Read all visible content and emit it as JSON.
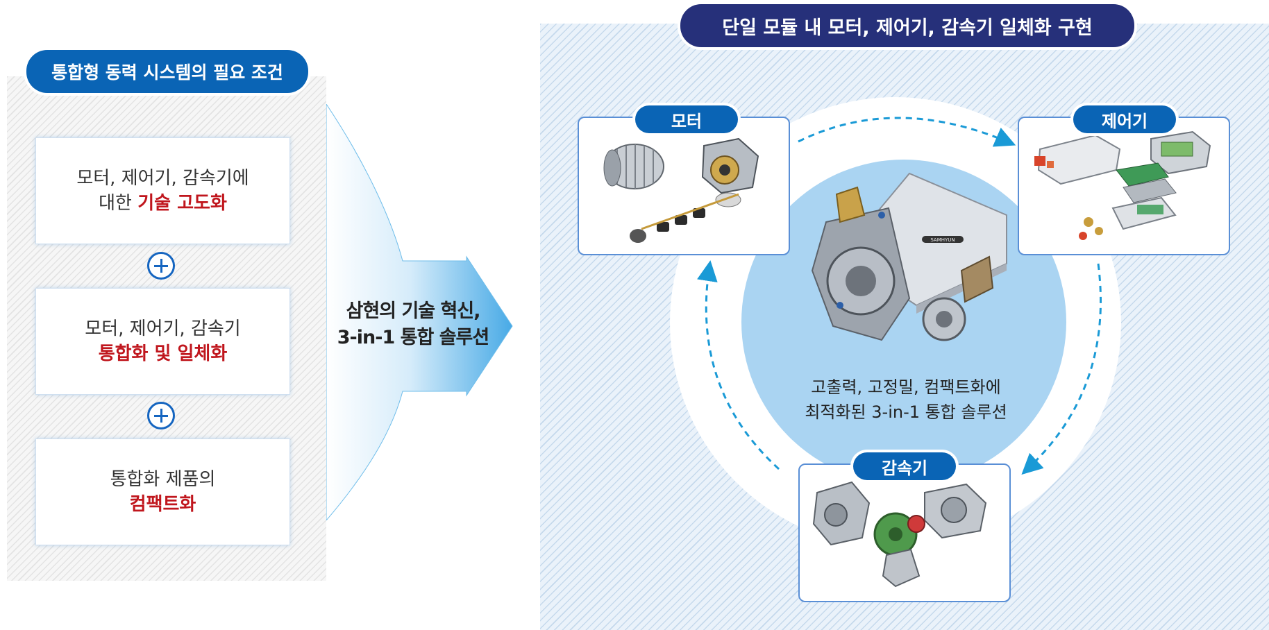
{
  "left": {
    "title": "통합형 동력 시스템의 필요 조건",
    "boxes": [
      {
        "line1": "모터, 제어기, 감속기에",
        "line2_prefix": "대한 ",
        "line2_highlight": "기술 고도화"
      },
      {
        "line1": "모터, 제어기, 감속기",
        "line2_prefix": "",
        "line2_highlight": "통합화 및 일체화"
      },
      {
        "line1": "통합화 제품의",
        "line2_prefix": "",
        "line2_highlight": "컴팩트화"
      }
    ]
  },
  "arrow": {
    "line1": "삼현의 기술 혁신,",
    "line2": "3-in-1 통합 솔루션"
  },
  "right": {
    "title": "단일 모듈 내 모터, 제어기, 감속기 일체화 구현",
    "components": {
      "motor": "모터",
      "controller": "제어기",
      "reducer": "감속기"
    },
    "center_line1": "고출력, 고정밀, 컴팩트화에",
    "center_line2": "최적화된 3-in-1 통합 솔루션",
    "product_brand": "SAMHYUN"
  },
  "colors": {
    "left_title_bg": "#0a64b5",
    "right_title_bg": "#26307a",
    "highlight_red": "#c0161d",
    "plus_blue": "#1565c0",
    "circle_fill": "#aad4f2",
    "dashed_arrow": "#1a9ad6"
  },
  "icons": [
    "plus-icon",
    "motor-image",
    "controller-image",
    "reducer-image",
    "ev-drive-unit-image"
  ]
}
